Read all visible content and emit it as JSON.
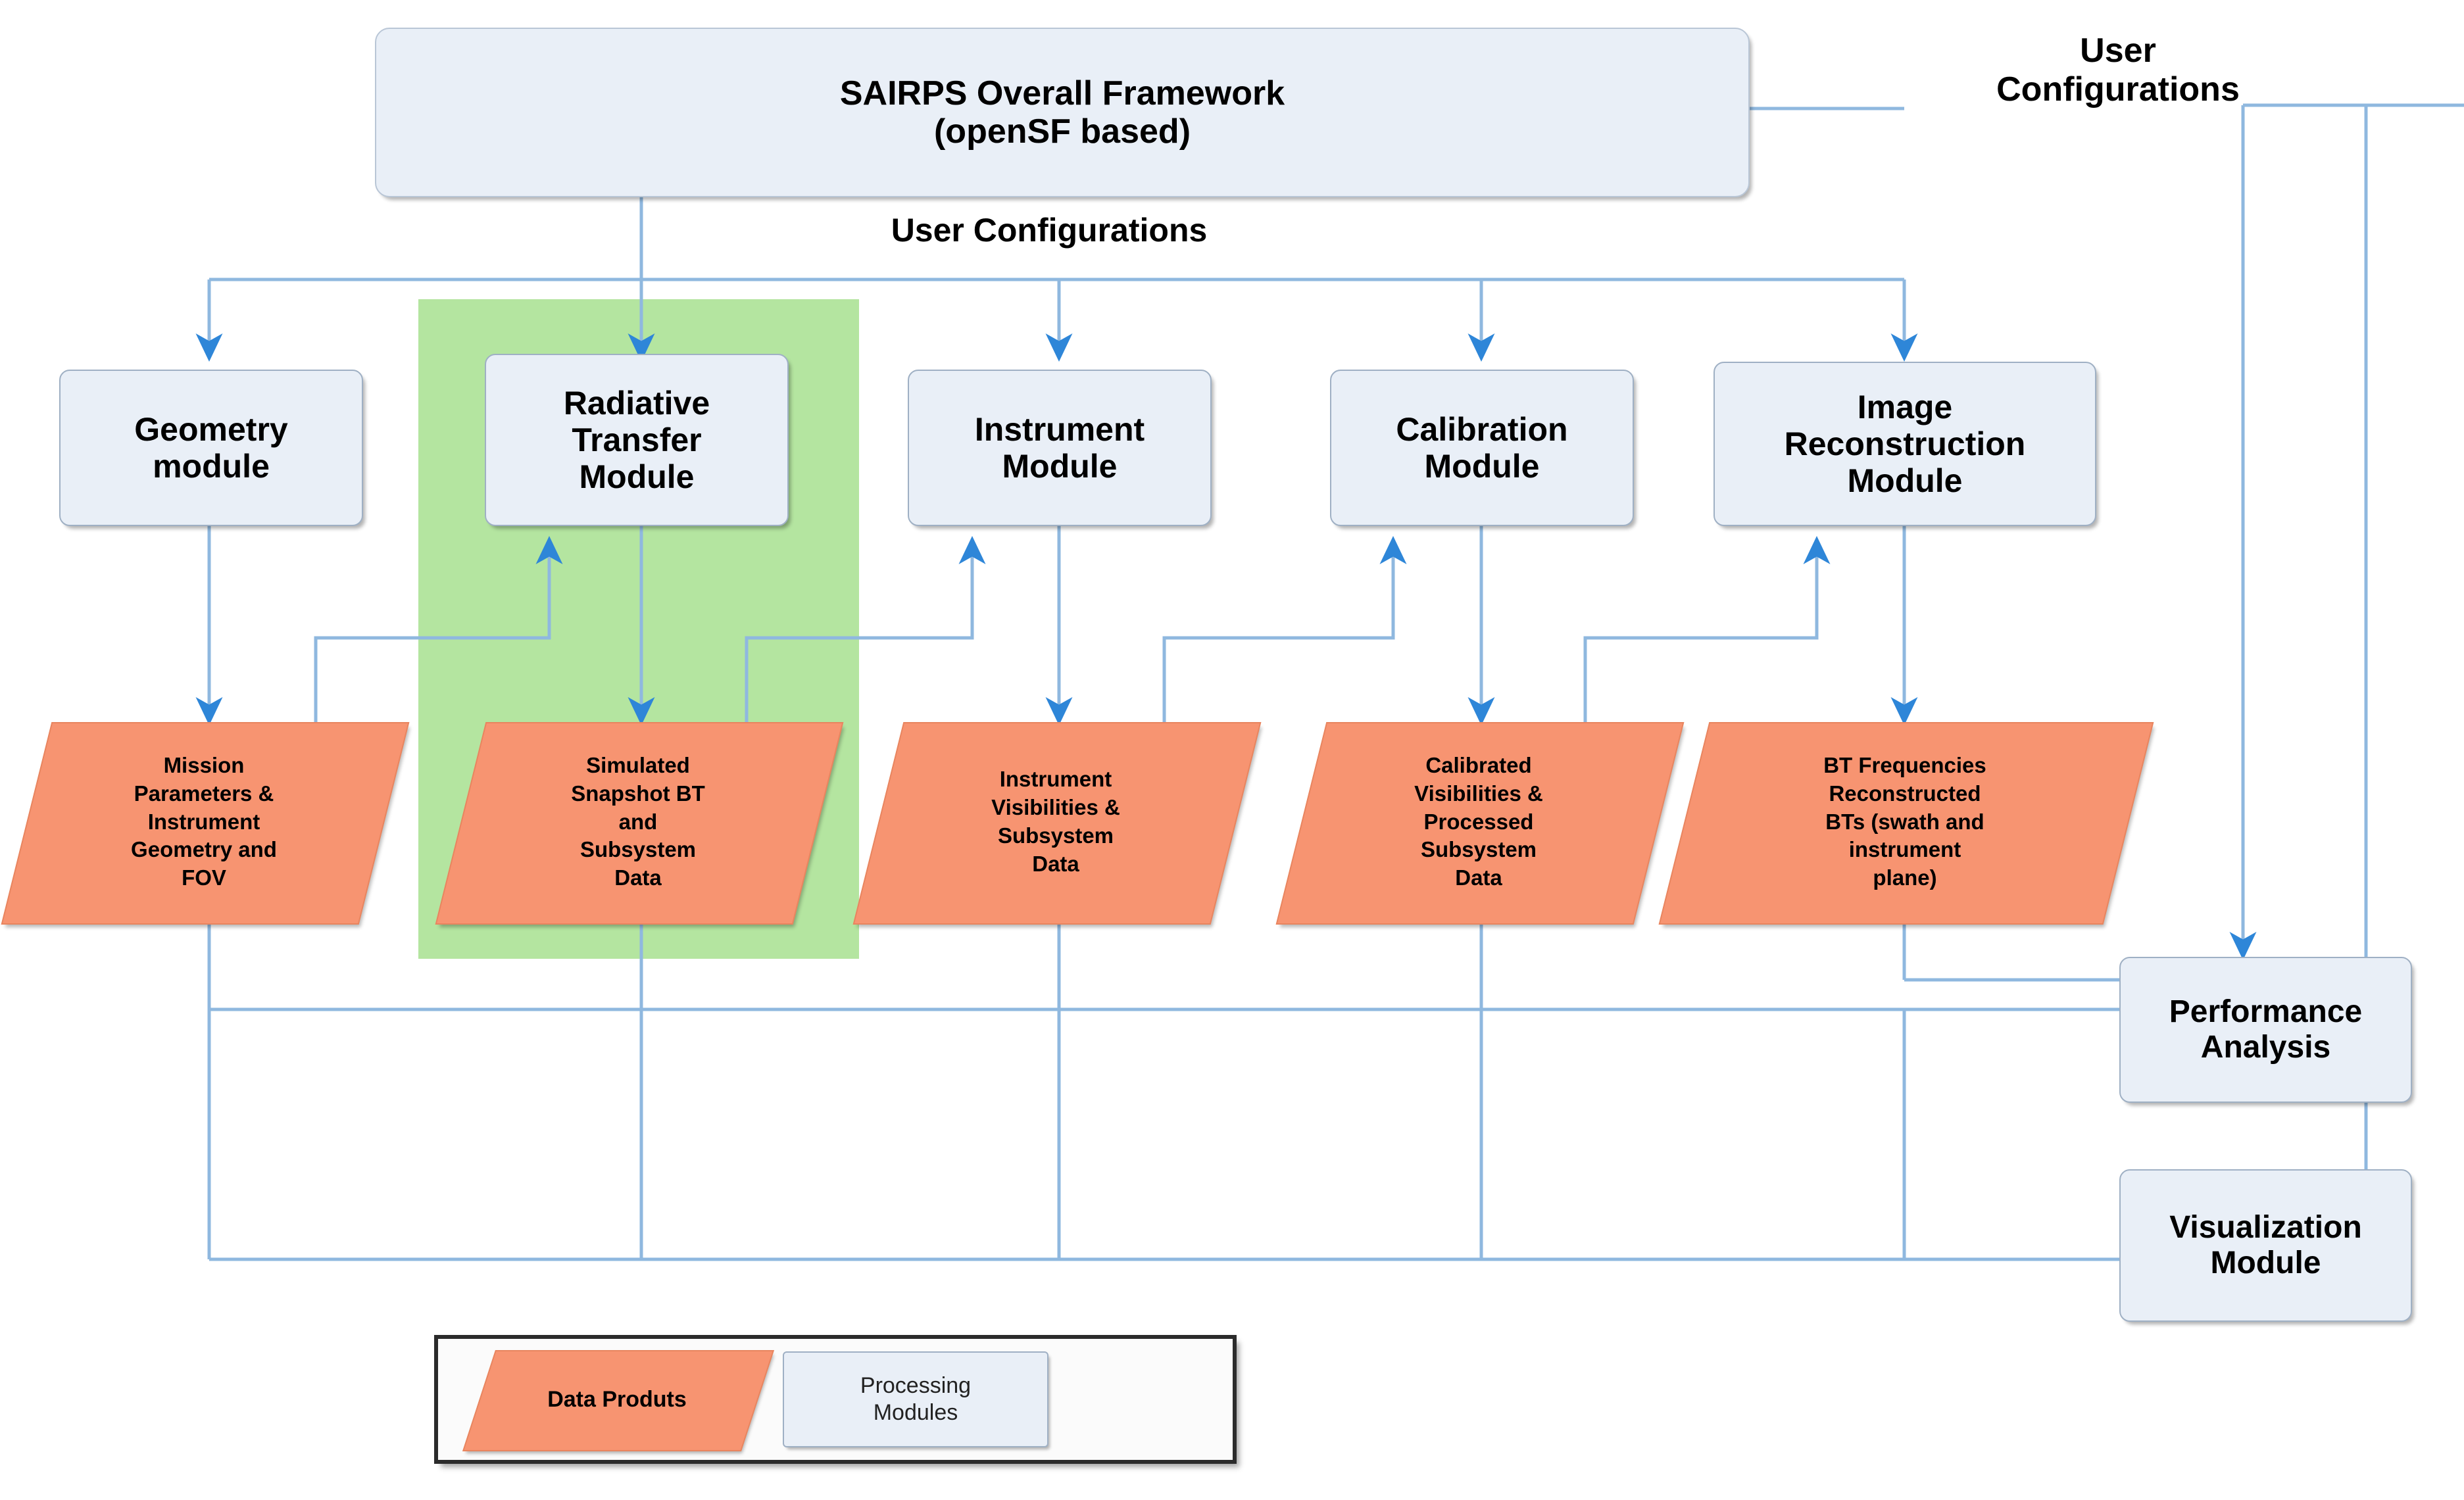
{
  "diagram": {
    "title_box": {
      "label": "SAIRPS Overall Framework\n(openSF based)",
      "line1": "SAIRPS Overall Framework",
      "line2": "(openSF based)"
    },
    "labels": {
      "user_configurations_top": "User Configurations",
      "user_configurations_right_line1": "User",
      "user_configurations_right_line2": "Configurations"
    },
    "modules": [
      {
        "id": "geometry",
        "label": "Geometry\nmodule"
      },
      {
        "id": "radiative",
        "label": "Radiative\nTransfer\nModule"
      },
      {
        "id": "instrument",
        "label": "Instrument\nModule"
      },
      {
        "id": "calibration",
        "label": "Calibration\nModule"
      },
      {
        "id": "reconstruction",
        "label": "Image\nReconstruction\nModule"
      }
    ],
    "data_products": [
      {
        "id": "mission-params",
        "label": "Mission\nParameters &\nInstrument\nGeometry and\nFOV"
      },
      {
        "id": "simulated-bt",
        "label": "Simulated\nSnapshot BT\nand\nSubsystem\nData"
      },
      {
        "id": "instrument-vis",
        "label": "Instrument\nVisibilities &\nSubsystem\nData"
      },
      {
        "id": "calibrated-vis",
        "label": "Calibrated\nVisibilities &\nProcessed\nSubsystem\nData"
      },
      {
        "id": "bt-frequencies",
        "label": "BT Frequencies\nReconstructed\nBTs (swath and\ninstrument\nplane)"
      }
    ],
    "right_modules": [
      {
        "id": "performance-analysis",
        "label": "Performance\nAnalysis"
      },
      {
        "id": "visualization",
        "label": "Visualization\nModule"
      }
    ],
    "legend": {
      "data_products_label": "Data Produts",
      "processing_modules_label": "Processing\nModules"
    },
    "colors": {
      "data_product_fill": "#F79471",
      "data_product_stroke": "#E8855F",
      "module_fill": "#E9EFF7",
      "module_stroke": "#9FB0C4",
      "highlight_band": "#B4E5A0",
      "connector": "#8FB8DF",
      "arrow_head": "#2E86D8",
      "legend_border": "#2B2B2B"
    }
  }
}
